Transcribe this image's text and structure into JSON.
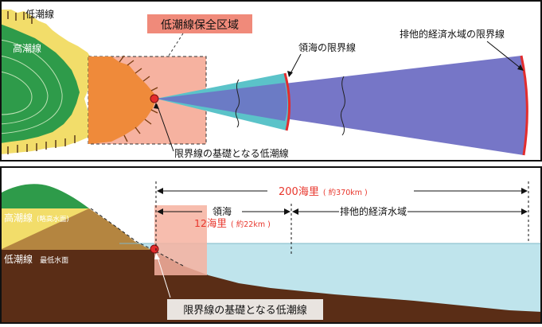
{
  "top_panel": {
    "label_low_tide_line": "低潮線",
    "label_high_tide_line": "高潮線",
    "label_conservation_zone": "低潮線保全区域",
    "label_territorial_sea_limit": "領海の限界線",
    "label_eez_limit": "排他的経済水域の限界線",
    "label_baseline": "限界線の基礎となる低潮線"
  },
  "bottom_panel": {
    "label_200nm_main": "200海里",
    "label_200nm_paren": "( 約370km )",
    "label_territorial_sea": "領海",
    "label_12nm_main": "12海里",
    "label_12nm_paren": "( 約22km )",
    "label_eez": "排他的経済水域",
    "label_high_tide_line": "高潮線",
    "label_high_tide_note": "(略高水面)",
    "label_low_tide_line": "低潮線",
    "label_low_tide_note": "最低水面",
    "label_baseline": "限界線の基礎となる低潮線"
  },
  "colors": {
    "land_green": "#2e9b4a",
    "beach_yellow": "#f2dd6a",
    "tidal_orange": "#ef8a3a",
    "zone_pink": "#f6b2a0",
    "territorial_cyan": "#5bc3c9",
    "eez_blue": "#6f6fc4",
    "limit_red": "#e32d2d",
    "sea_lightblue": "#bfe4ec",
    "soil_brown": "#5a2d16",
    "accent_red_text": "#e8362c"
  }
}
